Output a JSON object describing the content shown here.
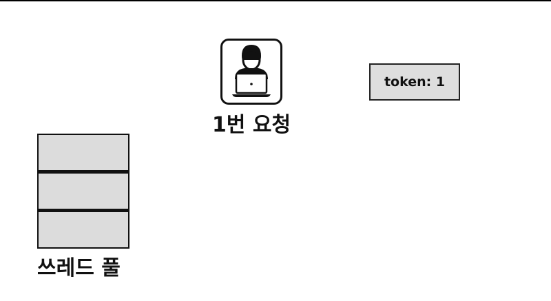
{
  "request": {
    "label": "1번 요청",
    "icon": "user-laptop-icon"
  },
  "token": {
    "label": "token: 1"
  },
  "thread_pool": {
    "label": "쓰레드 풀",
    "slot_count": 3
  },
  "colors": {
    "slot_fill": "#dcdcdc",
    "token_fill": "#dedede",
    "stroke": "#111111"
  }
}
